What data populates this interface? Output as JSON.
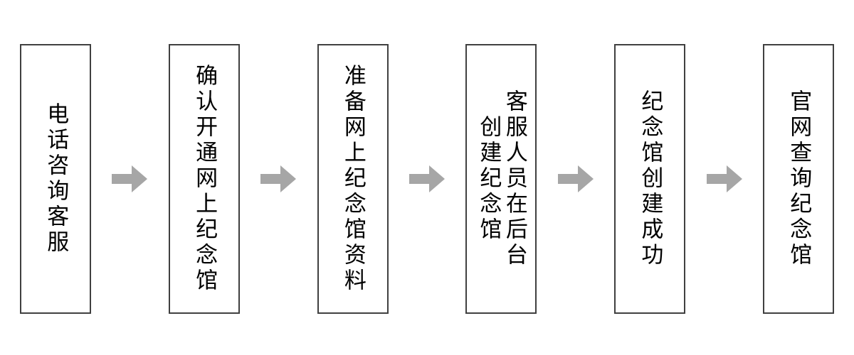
{
  "diagram": {
    "type": "horizontal-process-flow",
    "orientation": "left-to-right",
    "background_color": "#ffffff",
    "node_border_color": "#404040",
    "node_fill_color": "#ffffff",
    "text_color": "#000000",
    "arrow_color": "#a6a6a6",
    "text_direction": "vertical",
    "nodes": [
      {
        "id": "step-1",
        "label": "电话咨询客服"
      },
      {
        "id": "step-2",
        "label": "确认开通网上纪念馆"
      },
      {
        "id": "step-3",
        "label": "准备网上纪念馆资料"
      },
      {
        "id": "step-4",
        "label": "客服人员在后台创建纪念馆"
      },
      {
        "id": "step-5",
        "label": "纪念馆创建成功"
      },
      {
        "id": "step-6",
        "label": "官网查询纪念馆"
      }
    ],
    "connectors": [
      {
        "id": "arrow-1",
        "icon": "right-arrow-icon",
        "from": "step-1",
        "to": "step-2"
      },
      {
        "id": "arrow-2",
        "icon": "right-arrow-icon",
        "from": "step-2",
        "to": "step-3"
      },
      {
        "id": "arrow-3",
        "icon": "right-arrow-icon",
        "from": "step-3",
        "to": "step-4"
      },
      {
        "id": "arrow-4",
        "icon": "right-arrow-icon",
        "from": "step-4",
        "to": "step-5"
      },
      {
        "id": "arrow-5",
        "icon": "right-arrow-icon",
        "from": "step-5",
        "to": "step-6"
      }
    ]
  }
}
